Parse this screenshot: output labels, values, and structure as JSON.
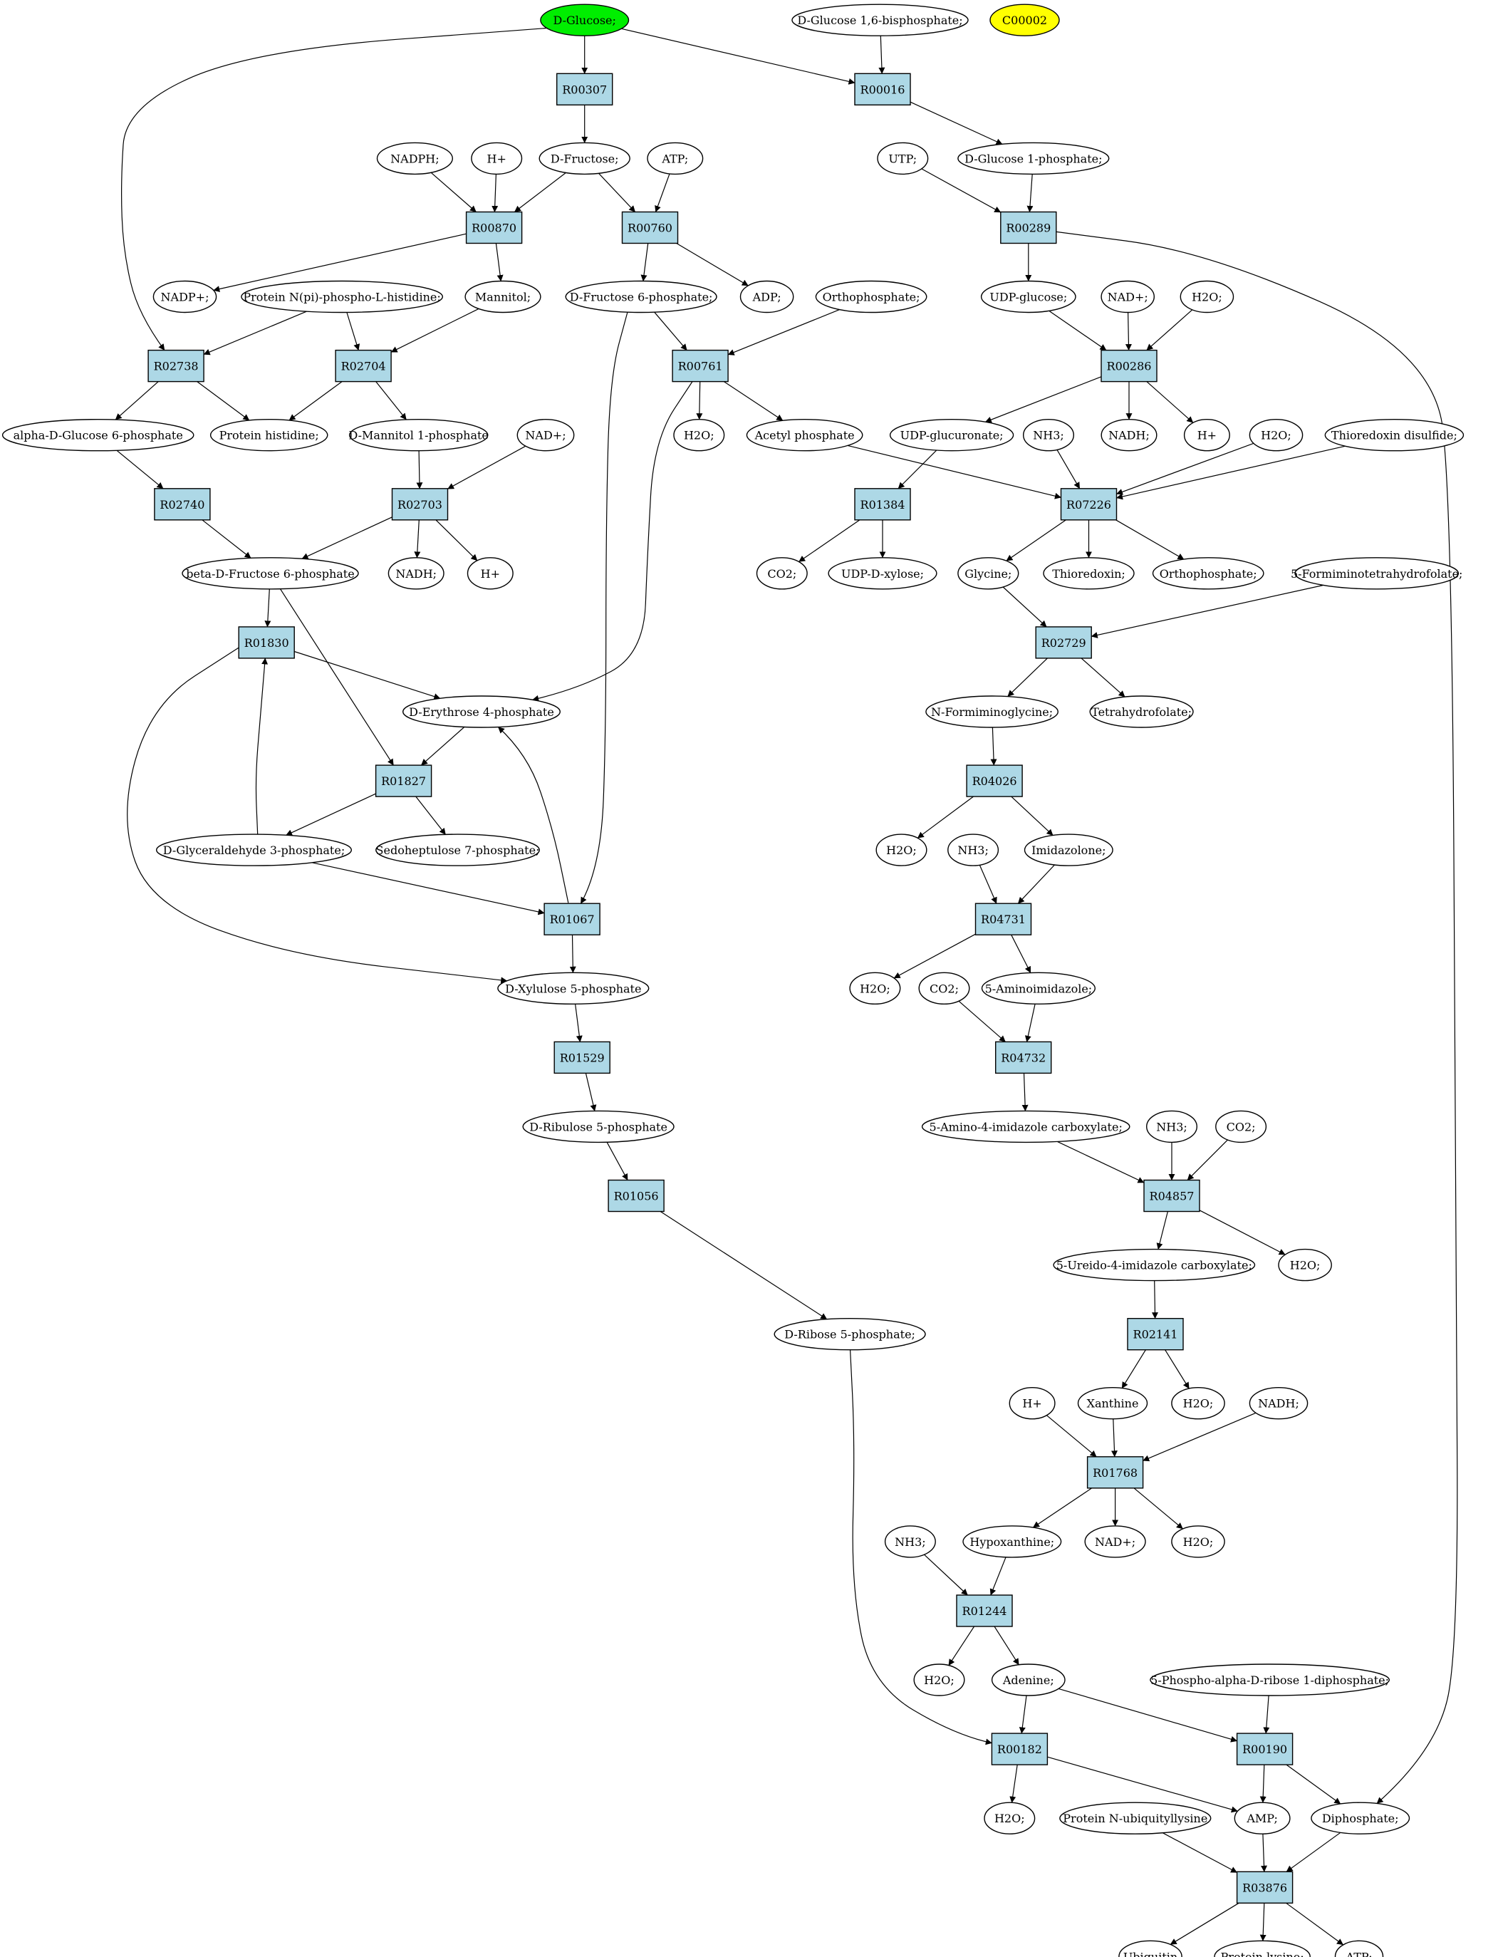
{
  "colors": {
    "highlight_compound": "#00ee00",
    "highlight_compound_2": "#ffff00",
    "reaction_fill": "#add8e6",
    "compound_fill": "#ffffff"
  },
  "compounds": [
    {
      "id": "glc",
      "label": "D-Glucose;",
      "fill": "#00ee00"
    },
    {
      "id": "g16bp",
      "label": "D-Glucose 1,6-bisphosphate;"
    },
    {
      "id": "c00002",
      "label": "C00002",
      "fill": "#ffff00"
    },
    {
      "id": "nadph",
      "label": "NADPH;"
    },
    {
      "id": "hplus1",
      "label": "H+"
    },
    {
      "id": "fru",
      "label": "D-Fructose;"
    },
    {
      "id": "atp1",
      "label": "ATP;"
    },
    {
      "id": "utp",
      "label": "UTP;"
    },
    {
      "id": "g1p",
      "label": "D-Glucose 1-phosphate;"
    },
    {
      "id": "nadp",
      "label": "NADP+;"
    },
    {
      "id": "protnp",
      "label": "Protein N(pi)-phospho-L-histidine;"
    },
    {
      "id": "mannitol",
      "label": "Mannitol;"
    },
    {
      "id": "f6p",
      "label": "D-Fructose 6-phosphate;"
    },
    {
      "id": "adp",
      "label": "ADP;"
    },
    {
      "id": "ortho1",
      "label": "Orthophosphate;"
    },
    {
      "id": "udpg",
      "label": "UDP-glucose;"
    },
    {
      "id": "nad1",
      "label": "NAD+;"
    },
    {
      "id": "h2o1",
      "label": "H2O;"
    },
    {
      "id": "ag6p",
      "label": "alpha-D-Glucose 6-phosphate"
    },
    {
      "id": "prothis",
      "label": "Protein histidine;"
    },
    {
      "id": "m1p",
      "label": "D-Mannitol 1-phosphate"
    },
    {
      "id": "nad2",
      "label": "NAD+;"
    },
    {
      "id": "h2o2",
      "label": "H2O;"
    },
    {
      "id": "acetp",
      "label": "Acetyl phosphate"
    },
    {
      "id": "udpgluc",
      "label": "UDP-glucuronate;"
    },
    {
      "id": "nh3a",
      "label": "NH3;"
    },
    {
      "id": "nadh1",
      "label": "NADH;"
    },
    {
      "id": "hplus2",
      "label": "H+"
    },
    {
      "id": "h2o3",
      "label": "H2O;"
    },
    {
      "id": "trxss",
      "label": "Thioredoxin disulfide;"
    },
    {
      "id": "bf6p",
      "label": "beta-D-Fructose 6-phosphate"
    },
    {
      "id": "nadh2",
      "label": "NADH;"
    },
    {
      "id": "hplus3",
      "label": "H+"
    },
    {
      "id": "co2a",
      "label": "CO2;"
    },
    {
      "id": "udpx",
      "label": "UDP-D-xylose;"
    },
    {
      "id": "gly",
      "label": "Glycine;"
    },
    {
      "id": "trx",
      "label": "Thioredoxin;"
    },
    {
      "id": "ortho2",
      "label": "Orthophosphate;"
    },
    {
      "id": "fthf",
      "label": "5-Formiminotetrahydrofolate;"
    },
    {
      "id": "e4p",
      "label": "D-Erythrose 4-phosphate"
    },
    {
      "id": "nfgly",
      "label": "N-Formiminoglycine;"
    },
    {
      "id": "thf",
      "label": "Tetrahydrofolate;"
    },
    {
      "id": "gap",
      "label": "D-Glyceraldehyde 3-phosphate;"
    },
    {
      "id": "s7p",
      "label": "Sedoheptulose 7-phosphate;"
    },
    {
      "id": "h2o4",
      "label": "H2O;"
    },
    {
      "id": "nh3b",
      "label": "NH3;"
    },
    {
      "id": "imid",
      "label": "Imidazolone;"
    },
    {
      "id": "x5p",
      "label": "D-Xylulose 5-phosphate"
    },
    {
      "id": "h2o5",
      "label": "H2O;"
    },
    {
      "id": "co2b",
      "label": "CO2;"
    },
    {
      "id": "aimid",
      "label": "5-Aminoimidazole;"
    },
    {
      "id": "ru5p",
      "label": "D-Ribulose 5-phosphate"
    },
    {
      "id": "aic",
      "label": "5-Amino-4-imidazole carboxylate;"
    },
    {
      "id": "nh3c",
      "label": "NH3;"
    },
    {
      "id": "co2c",
      "label": "CO2;"
    },
    {
      "id": "uic",
      "label": "5-Ureido-4-imidazole carboxylate;"
    },
    {
      "id": "h2o6",
      "label": "H2O;"
    },
    {
      "id": "r5p",
      "label": "D-Ribose 5-phosphate;"
    },
    {
      "id": "hplus4",
      "label": "H+"
    },
    {
      "id": "xan",
      "label": "Xanthine"
    },
    {
      "id": "h2o7",
      "label": "H2O;"
    },
    {
      "id": "nadh3",
      "label": "NADH;"
    },
    {
      "id": "nh3d",
      "label": "NH3;"
    },
    {
      "id": "hypox",
      "label": "Hypoxanthine;"
    },
    {
      "id": "nad3",
      "label": "NAD+;"
    },
    {
      "id": "h2o8",
      "label": "H2O;"
    },
    {
      "id": "h2o9",
      "label": "H2O;"
    },
    {
      "id": "ade",
      "label": "Adenine;"
    },
    {
      "id": "prpp",
      "label": "5-Phospho-alpha-D-ribose 1-diphosphate;"
    },
    {
      "id": "h2o10",
      "label": "H2O;"
    },
    {
      "id": "protub",
      "label": "Protein N-ubiquityllysine"
    },
    {
      "id": "amp",
      "label": "AMP;"
    },
    {
      "id": "ppi",
      "label": "Diphosphate;"
    },
    {
      "id": "ubq",
      "label": "Ubiquitin"
    },
    {
      "id": "protlys",
      "label": "Protein lysine;"
    },
    {
      "id": "atp2",
      "label": "ATP;"
    }
  ],
  "reactions": [
    {
      "id": "R00307",
      "label": "R00307"
    },
    {
      "id": "R00016",
      "label": "R00016"
    },
    {
      "id": "R00870",
      "label": "R00870"
    },
    {
      "id": "R00760",
      "label": "R00760"
    },
    {
      "id": "R00289",
      "label": "R00289"
    },
    {
      "id": "R02738",
      "label": "R02738"
    },
    {
      "id": "R02704",
      "label": "R02704"
    },
    {
      "id": "R00761",
      "label": "R00761"
    },
    {
      "id": "R00286",
      "label": "R00286"
    },
    {
      "id": "R02740",
      "label": "R02740"
    },
    {
      "id": "R02703",
      "label": "R02703"
    },
    {
      "id": "R01384",
      "label": "R01384"
    },
    {
      "id": "R07226",
      "label": "R07226"
    },
    {
      "id": "R01830",
      "label": "R01830"
    },
    {
      "id": "R02729",
      "label": "R02729"
    },
    {
      "id": "R01827",
      "label": "R01827"
    },
    {
      "id": "R04026",
      "label": "R04026"
    },
    {
      "id": "R01067",
      "label": "R01067"
    },
    {
      "id": "R04731",
      "label": "R04731"
    },
    {
      "id": "R01529",
      "label": "R01529"
    },
    {
      "id": "R04732",
      "label": "R04732"
    },
    {
      "id": "R01056",
      "label": "R01056"
    },
    {
      "id": "R04857",
      "label": "R04857"
    },
    {
      "id": "R02141",
      "label": "R02141"
    },
    {
      "id": "R01768",
      "label": "R01768"
    },
    {
      "id": "R01244",
      "label": "R01244"
    },
    {
      "id": "R00182",
      "label": "R00182"
    },
    {
      "id": "R00190",
      "label": "R00190"
    },
    {
      "id": "R03876",
      "label": "R03876"
    }
  ],
  "edges": [
    [
      "glc",
      "R00307"
    ],
    [
      "glc",
      "R00016"
    ],
    [
      "glc",
      "R02738"
    ],
    [
      "g16bp",
      "R00016"
    ],
    [
      "R00307",
      "fru"
    ],
    [
      "R00016",
      "g1p"
    ],
    [
      "nadph",
      "R00870"
    ],
    [
      "hplus1",
      "R00870"
    ],
    [
      "fru",
      "R00870"
    ],
    [
      "fru",
      "R00760"
    ],
    [
      "atp1",
      "R00760"
    ],
    [
      "utp",
      "R00289"
    ],
    [
      "g1p",
      "R00289"
    ],
    [
      "R00870",
      "nadp"
    ],
    [
      "R00870",
      "mannitol"
    ],
    [
      "R00760",
      "f6p"
    ],
    [
      "R00760",
      "adp"
    ],
    [
      "R00289",
      "udpg"
    ],
    [
      "R00289",
      "ppi"
    ],
    [
      "protnp",
      "R02738"
    ],
    [
      "protnp",
      "R02704"
    ],
    [
      "mannitol",
      "R02704"
    ],
    [
      "f6p",
      "R00761"
    ],
    [
      "ortho1",
      "R00761"
    ],
    [
      "f6p",
      "R01067"
    ],
    [
      "udpg",
      "R00286"
    ],
    [
      "nad1",
      "R00286"
    ],
    [
      "h2o1",
      "R00286"
    ],
    [
      "R02738",
      "ag6p"
    ],
    [
      "R02738",
      "prothis"
    ],
    [
      "R02704",
      "prothis"
    ],
    [
      "R02704",
      "m1p"
    ],
    [
      "R00761",
      "h2o2"
    ],
    [
      "R00761",
      "acetp"
    ],
    [
      "R00761",
      "e4p"
    ],
    [
      "R00286",
      "udpgluc"
    ],
    [
      "R00286",
      "nadh1"
    ],
    [
      "R00286",
      "hplus2"
    ],
    [
      "ag6p",
      "R02740"
    ],
    [
      "m1p",
      "R02703"
    ],
    [
      "nad2",
      "R02703"
    ],
    [
      "acetp",
      "R07226"
    ],
    [
      "nh3a",
      "R07226"
    ],
    [
      "h2o3",
      "R07226"
    ],
    [
      "trxss",
      "R07226"
    ],
    [
      "udpgluc",
      "R01384"
    ],
    [
      "R02740",
      "bf6p"
    ],
    [
      "R02703",
      "bf6p"
    ],
    [
      "R02703",
      "nadh2"
    ],
    [
      "R02703",
      "hplus3"
    ],
    [
      "R01384",
      "co2a"
    ],
    [
      "R01384",
      "udpx"
    ],
    [
      "R07226",
      "gly"
    ],
    [
      "R07226",
      "trx"
    ],
    [
      "R07226",
      "ortho2"
    ],
    [
      "bf6p",
      "R01830"
    ],
    [
      "bf6p",
      "R01827"
    ],
    [
      "gly",
      "R02729"
    ],
    [
      "fthf",
      "R02729"
    ],
    [
      "R01830",
      "e4p"
    ],
    [
      "R01830",
      "x5p"
    ],
    [
      "R02729",
      "nfgly"
    ],
    [
      "R02729",
      "thf"
    ],
    [
      "e4p",
      "R01827"
    ],
    [
      "R01827",
      "gap"
    ],
    [
      "R01827",
      "s7p"
    ],
    [
      "gap",
      "R01830"
    ],
    [
      "gap",
      "R01067"
    ],
    [
      "nfgly",
      "R04026"
    ],
    [
      "R04026",
      "h2o4"
    ],
    [
      "R04026",
      "imid"
    ],
    [
      "R01067",
      "e4p"
    ],
    [
      "R01067",
      "x5p"
    ],
    [
      "nh3b",
      "R04731"
    ],
    [
      "imid",
      "R04731"
    ],
    [
      "R04731",
      "h2o5"
    ],
    [
      "R04731",
      "aimid"
    ],
    [
      "x5p",
      "R01529"
    ],
    [
      "co2b",
      "R04732"
    ],
    [
      "aimid",
      "R04732"
    ],
    [
      "R01529",
      "ru5p"
    ],
    [
      "R04732",
      "aic"
    ],
    [
      "ru5p",
      "R01056"
    ],
    [
      "aic",
      "R04857"
    ],
    [
      "nh3c",
      "R04857"
    ],
    [
      "co2c",
      "R04857"
    ],
    [
      "R04857",
      "uic"
    ],
    [
      "R04857",
      "h2o6"
    ],
    [
      "R01056",
      "r5p"
    ],
    [
      "uic",
      "R02141"
    ],
    [
      "R02141",
      "xan"
    ],
    [
      "R02141",
      "h2o7"
    ],
    [
      "hplus4",
      "R01768"
    ],
    [
      "xan",
      "R01768"
    ],
    [
      "nadh3",
      "R01768"
    ],
    [
      "R01768",
      "hypox"
    ],
    [
      "R01768",
      "nad3"
    ],
    [
      "R01768",
      "h2o8"
    ],
    [
      "nh3d",
      "R01244"
    ],
    [
      "hypox",
      "R01244"
    ],
    [
      "R01244",
      "h2o9"
    ],
    [
      "R01244",
      "ade"
    ],
    [
      "r5p",
      "R00182"
    ],
    [
      "ade",
      "R00182"
    ],
    [
      "ade",
      "R00190"
    ],
    [
      "prpp",
      "R00190"
    ],
    [
      "R00182",
      "h2o10"
    ],
    [
      "R00182",
      "amp"
    ],
    [
      "R00190",
      "amp"
    ],
    [
      "R00190",
      "ppi"
    ],
    [
      "protub",
      "R03876"
    ],
    [
      "amp",
      "R03876"
    ],
    [
      "ppi",
      "R03876"
    ],
    [
      "R03876",
      "ubq"
    ],
    [
      "R03876",
      "protlys"
    ],
    [
      "R03876",
      "atp2"
    ]
  ]
}
